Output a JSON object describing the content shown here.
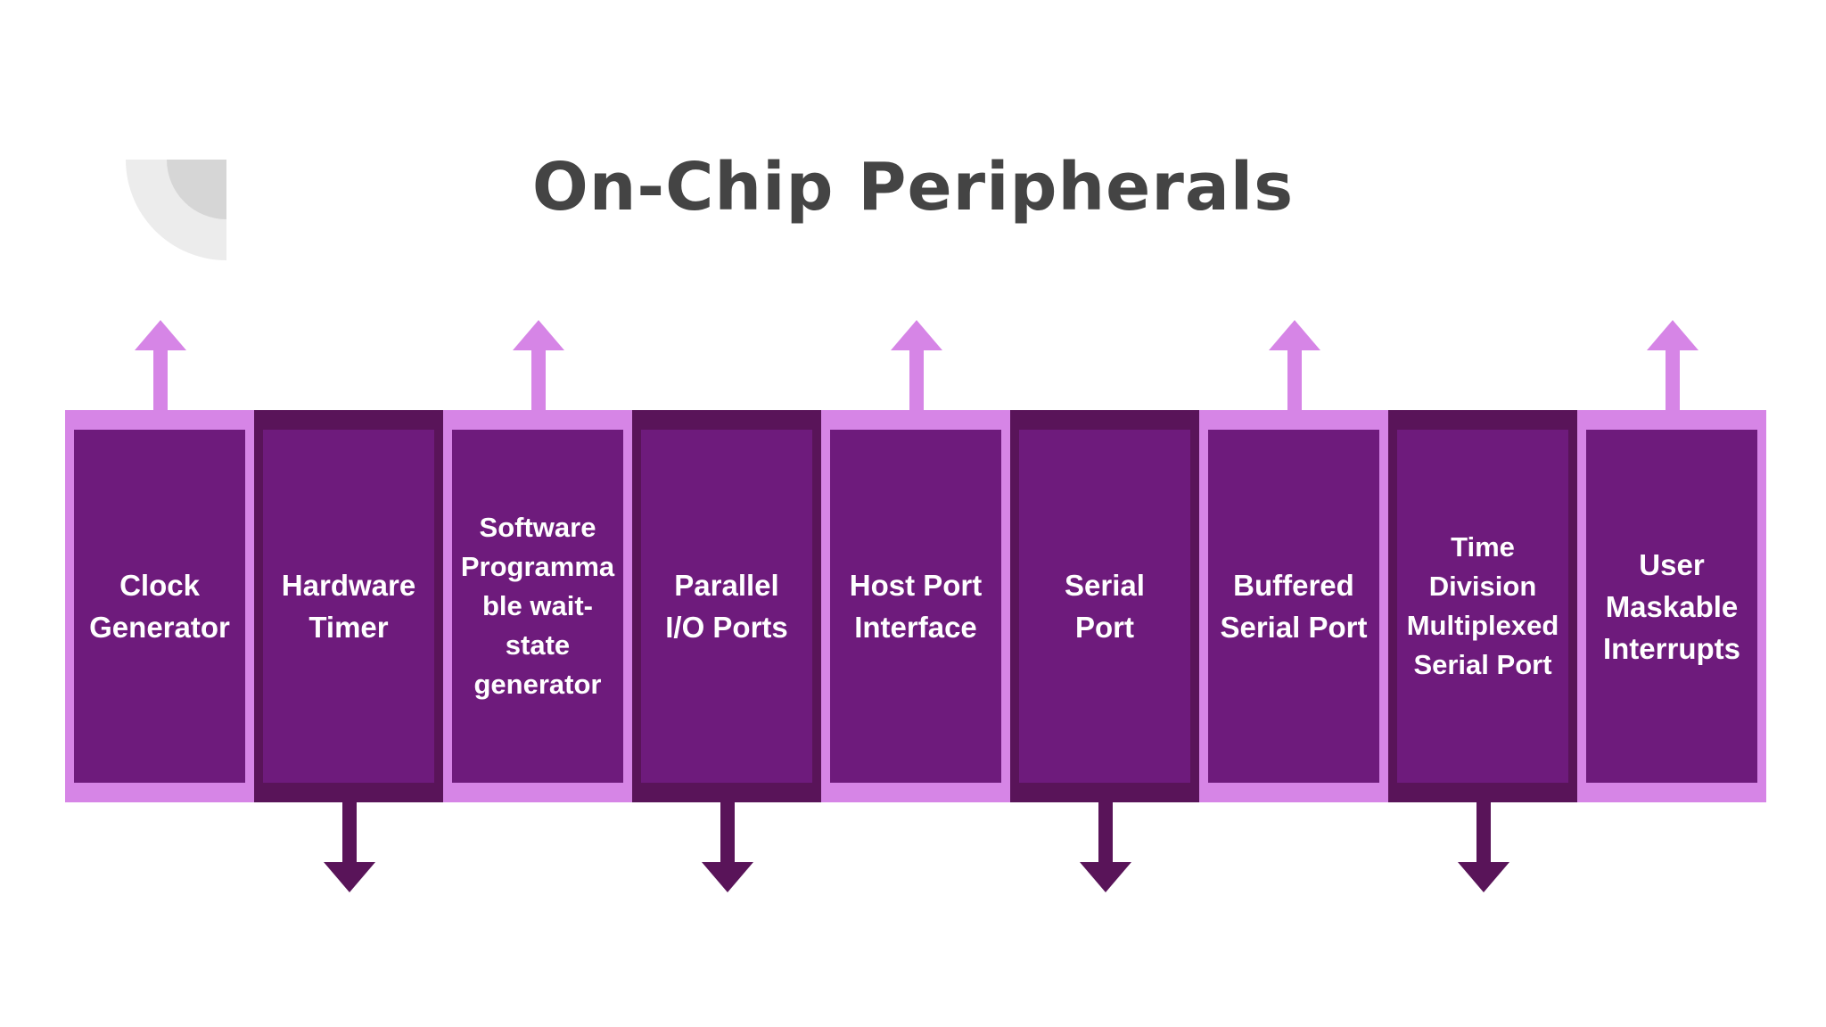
{
  "title": "On-Chip Peripherals",
  "colors": {
    "light_frame": "#d685e6",
    "dark_frame": "#591459",
    "box_fill": "#6e1b7c",
    "text": "#ffffff",
    "title": "#444444"
  },
  "blocks": [
    {
      "label": "Clock\nGenerator",
      "tone": "light",
      "arrow": "up"
    },
    {
      "label": "Hardware\nTimer",
      "tone": "dark",
      "arrow": "down"
    },
    {
      "label": "Software\nProgramma\nble wait-\nstate\ngenerator",
      "tone": "light",
      "arrow": "up"
    },
    {
      "label": "Parallel\nI/O Ports",
      "tone": "dark",
      "arrow": "down"
    },
    {
      "label": "Host Port\nInterface",
      "tone": "light",
      "arrow": "up"
    },
    {
      "label": "Serial\nPort",
      "tone": "dark",
      "arrow": "down"
    },
    {
      "label": "Buffered\nSerial Port",
      "tone": "light",
      "arrow": "up"
    },
    {
      "label": "Time\nDivision\nMultiplexed\nSerial Port",
      "tone": "dark",
      "arrow": "down"
    },
    {
      "label": "User\nMaskable\nInterrupts",
      "tone": "light",
      "arrow": "up"
    }
  ]
}
